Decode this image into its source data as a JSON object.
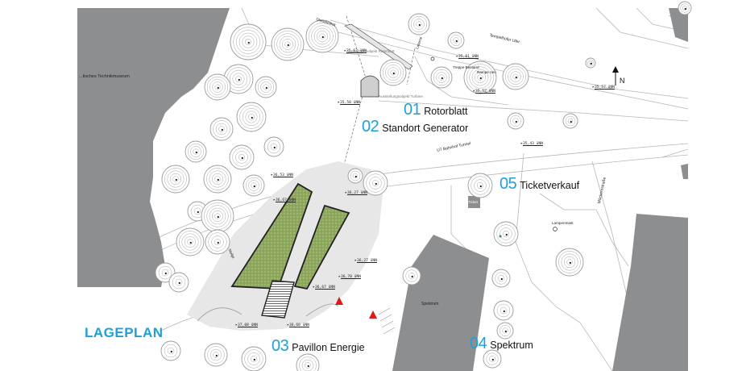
{
  "colors": {
    "accent": "#1ea0d8",
    "building": "#8d8e90",
    "plaza": "#e7e7e7",
    "green": "#8ea85d",
    "marker": "#e0181b"
  },
  "title": "LAGEPLAN",
  "north_label": "N",
  "north_icon": "north-arrow-icon",
  "items": [
    {
      "number": "01",
      "label": "Rotorblatt"
    },
    {
      "number": "02",
      "label": "Standort Generator"
    },
    {
      "number": "03",
      "label": "Pavillon Energie"
    },
    {
      "number": "04",
      "label": "Spektrum"
    },
    {
      "number": "05",
      "label": "Ticketverkauf"
    }
  ],
  "map_labels": {
    "museum": "...tisches Technikmuseum",
    "street_top": "Tempelhofer Ufer",
    "street_right": "Möckernstraße",
    "tunnel": "U7 Bahnhof Tunnel",
    "spektrum_building": "Spektrum",
    "ticket_building": "Ticket",
    "stairs": "Treppe Bestand",
    "ramp": "Rampe neu",
    "rotor_note": "Ausstellungsobjekt Rotorblatt",
    "turbine_note": "Ausstellungsobjekt Turbine",
    "post": "Lampenmast",
    "stand": "Laterne",
    "parking": "Stellpl.",
    "top_road_label": "Gleisdreieck"
  },
  "elevations": [
    "35,62 üNN",
    "35,01 üNN",
    "35,52 üNN",
    "35,57 üNN",
    "35,50 üNN",
    "35,43 üNN",
    "36,53 üNN",
    "36,67 üNN",
    "36,27 üNN",
    "36,27 üNN",
    "36,70 üNN",
    "36,67 üNN",
    "37,08 üNN",
    "36,60 üNN"
  ]
}
